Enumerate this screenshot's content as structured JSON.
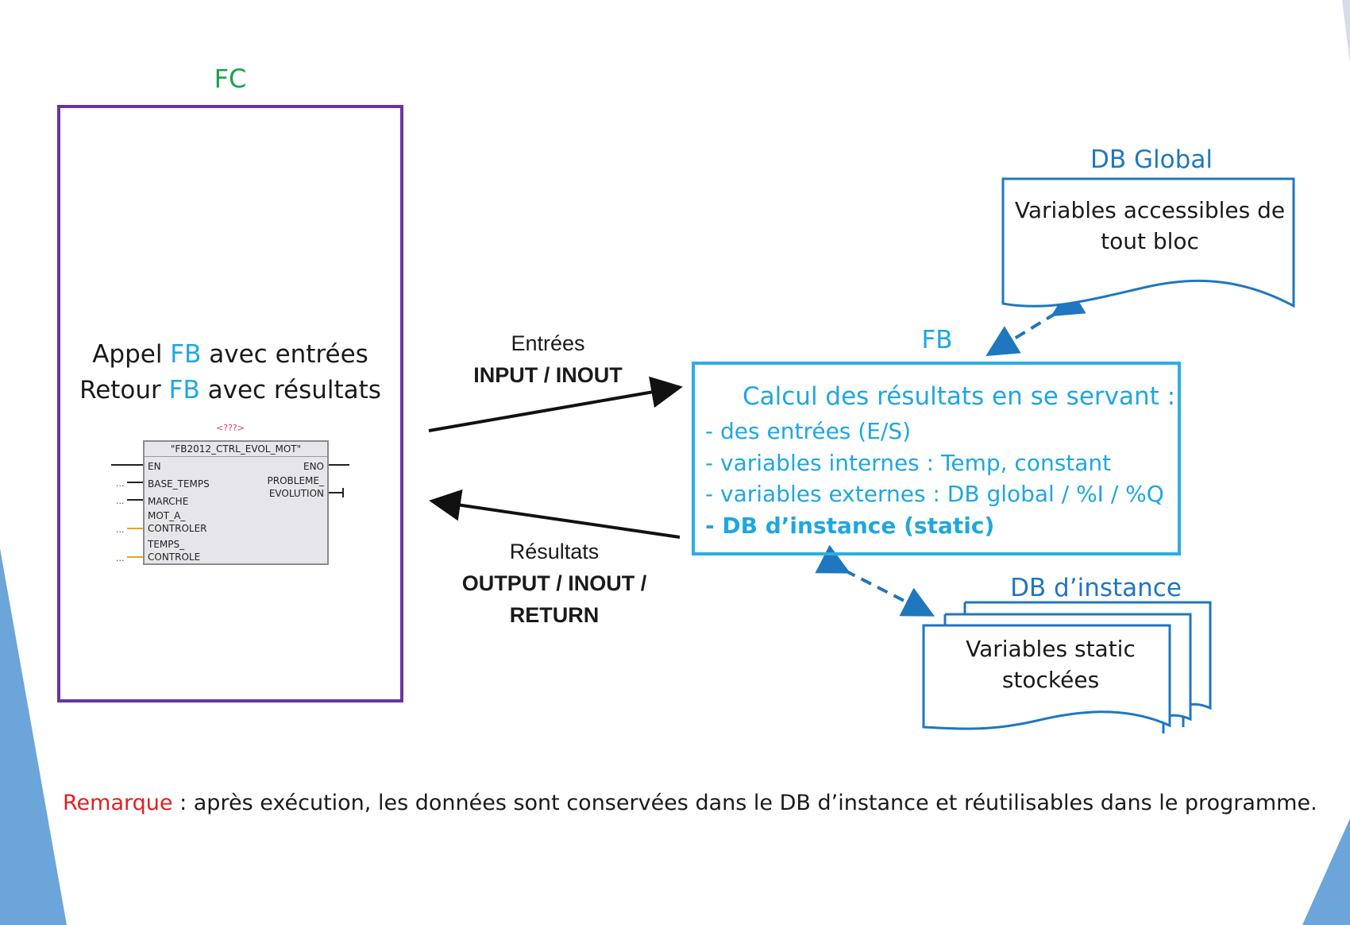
{
  "fc": {
    "title": "FC",
    "line1_prefix": "Appel ",
    "line1_fb": "FB",
    "line1_suffix": " avec entrées",
    "line2_prefix": "Retour ",
    "line2_fb": "FB",
    "line2_suffix": " avec résultats"
  },
  "fb_block": {
    "tag": "<???>",
    "name": "\"FB2012_CTRL_EVOL_MOT\"",
    "inputs": [
      "EN",
      "BASE_TEMPS",
      "MARCHE",
      "MOT_A_",
      "CONTROLER",
      "TEMPS_",
      "CONTROLE"
    ],
    "outputs": [
      "ENO",
      "PROBLEME_",
      "EVOLUTION"
    ],
    "dots": "..."
  },
  "arrows": {
    "in_label": "Entrées",
    "in_label_bold": "INPUT / INOUT",
    "out_label": "Résultats",
    "out_label_bold1": "OUTPUT / INOUT /",
    "out_label_bold2": "RETURN"
  },
  "fb": {
    "title": "FB",
    "calc": "Calcul des résultats en se servant :",
    "items": [
      "- des entrées (E/S)",
      "- variables internes : Temp, constant",
      "- variables externes : DB global / %I / %Q",
      "- DB d’instance (static)"
    ]
  },
  "db_global": {
    "title": "DB Global",
    "line1": "Variables accessibles de",
    "line2": "tout bloc"
  },
  "db_instance": {
    "title": "DB d’instance",
    "line1": "Variables static",
    "line2": "stockées"
  },
  "remark": {
    "label": "Remarque",
    "text": " : après exécution, les données sont conservées dans le DB d’instance et réutilisables dans le programme."
  },
  "colors": {
    "fc_green": "#1aa34a",
    "fc_border": "#6a33a0",
    "fb_cyan": "#1ea7e1",
    "db_blue": "#1f77c0",
    "remark_red": "#e02020",
    "corner_blue": "#5b9bd5"
  }
}
